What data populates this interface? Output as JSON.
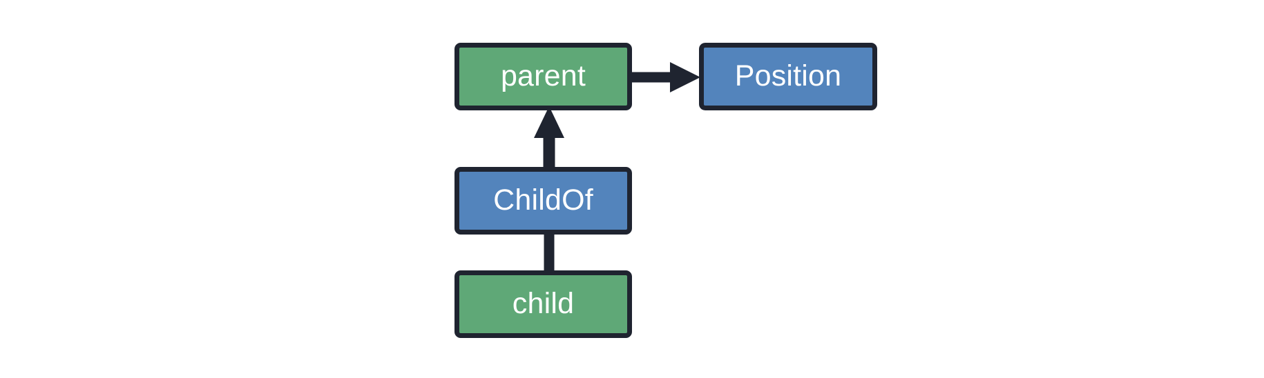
{
  "diagram": {
    "title": "entity-relationship-graph",
    "background": "#ffffff",
    "colors": {
      "entity_fill": "#5fa877",
      "component_fill": "#5384bc",
      "stroke": "#1f2430",
      "label_text": "#ffffff"
    },
    "nodes": [
      {
        "id": "parent",
        "label": "parent",
        "kind": "entity",
        "fill": "#5fa877"
      },
      {
        "id": "position",
        "label": "Position",
        "kind": "component",
        "fill": "#5384bc"
      },
      {
        "id": "childof",
        "label": "ChildOf",
        "kind": "component",
        "fill": "#5384bc"
      },
      {
        "id": "child",
        "label": "child",
        "kind": "entity",
        "fill": "#5fa877"
      }
    ],
    "edges": [
      {
        "id": "parent-position",
        "from": "parent",
        "to": "position",
        "direction": "right",
        "arrowhead": true,
        "label": ""
      },
      {
        "id": "childof-parent",
        "from": "childof",
        "to": "parent",
        "direction": "up",
        "arrowhead": true,
        "label": ""
      },
      {
        "id": "child-childof",
        "from": "child",
        "to": "childof",
        "direction": "up",
        "arrowhead": false,
        "label": ""
      }
    ]
  }
}
